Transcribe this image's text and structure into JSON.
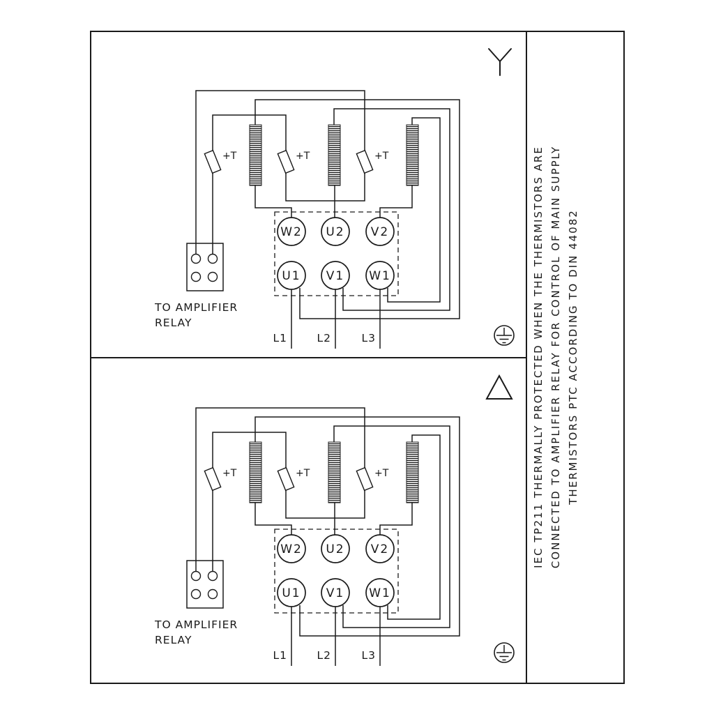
{
  "terminals": {
    "top_row": [
      "W2",
      "U2",
      "V2"
    ],
    "bottom_row": [
      "U1",
      "V1",
      "W1"
    ]
  },
  "supply_lines": [
    "L1",
    "L2",
    "L3"
  ],
  "thermistor_label": "+T",
  "relay_caption": {
    "line1": "TO AMPLIFIER",
    "line2": "RELAY"
  },
  "sidebar_note": {
    "line1": "IEC TP211 THERMALLY PROTECTED WHEN THE THERMISTORS ARE",
    "line2": "CONNECTED TO AMPLIFIER RELAY FOR CONTROL OF MAIN SUPPLY",
    "line3": "THERMISTORS PTC ACCORDING TO DIN 44082"
  },
  "icons": {
    "top_panel": "star-connection-icon",
    "bottom_panel": "delta-connection-icon",
    "ground": "earth-ground-icon",
    "thermistor": "thermistor-icon",
    "winding": "motor-winding-coil"
  },
  "colors": {
    "line": "#1a1a1a",
    "background": "#ffffff"
  }
}
